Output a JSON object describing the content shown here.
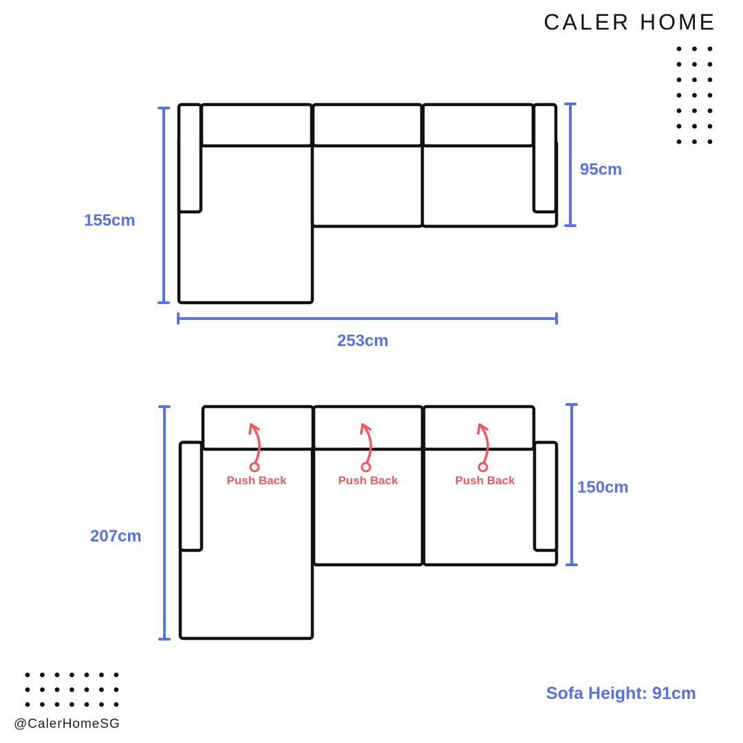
{
  "brand": {
    "name": "CALER HOME"
  },
  "footer": {
    "handle": "@CalerHomeSG",
    "height_note": "Sofa Height:  91cm"
  },
  "colors": {
    "dimension": "#5571ec",
    "push": "#f2575a",
    "outline": "#111111"
  },
  "top_view": {
    "depth_label": "155cm",
    "seat_depth_label": "95cm",
    "width_label": "253cm"
  },
  "extended_view": {
    "depth_label": "207cm",
    "seat_depth_label": "150cm",
    "push_labels": [
      "Push Back",
      "Push Back",
      "Push Back"
    ]
  }
}
